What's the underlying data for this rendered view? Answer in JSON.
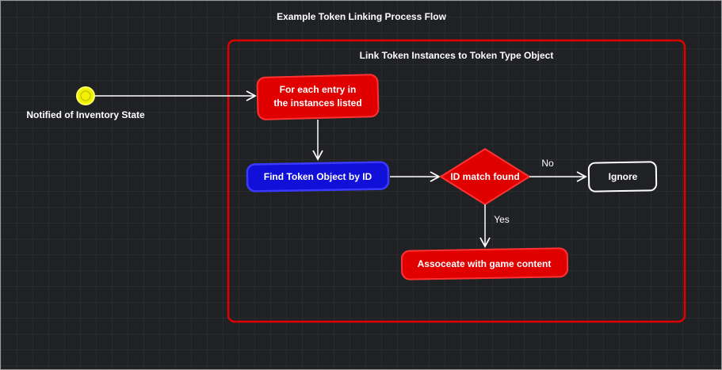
{
  "diagram": {
    "title": "Example Token Linking Process Flow",
    "container_title": "Link Token Instances to Token Type Object",
    "start_label": "Notified of Inventory State",
    "step_for_each_line1": "For each entry in",
    "step_for_each_line2": "the instances listed",
    "step_find": "Find Token Object by ID",
    "decision": "ID match found",
    "edge_no": "No",
    "edge_yes": "Yes",
    "step_ignore": "Ignore",
    "step_associate": "Assoceate with game content"
  },
  "colors": {
    "background": "#202124",
    "red": "#e00000",
    "blue": "#1010d8",
    "yellow": "#f2f200",
    "white": "#ffffff"
  }
}
